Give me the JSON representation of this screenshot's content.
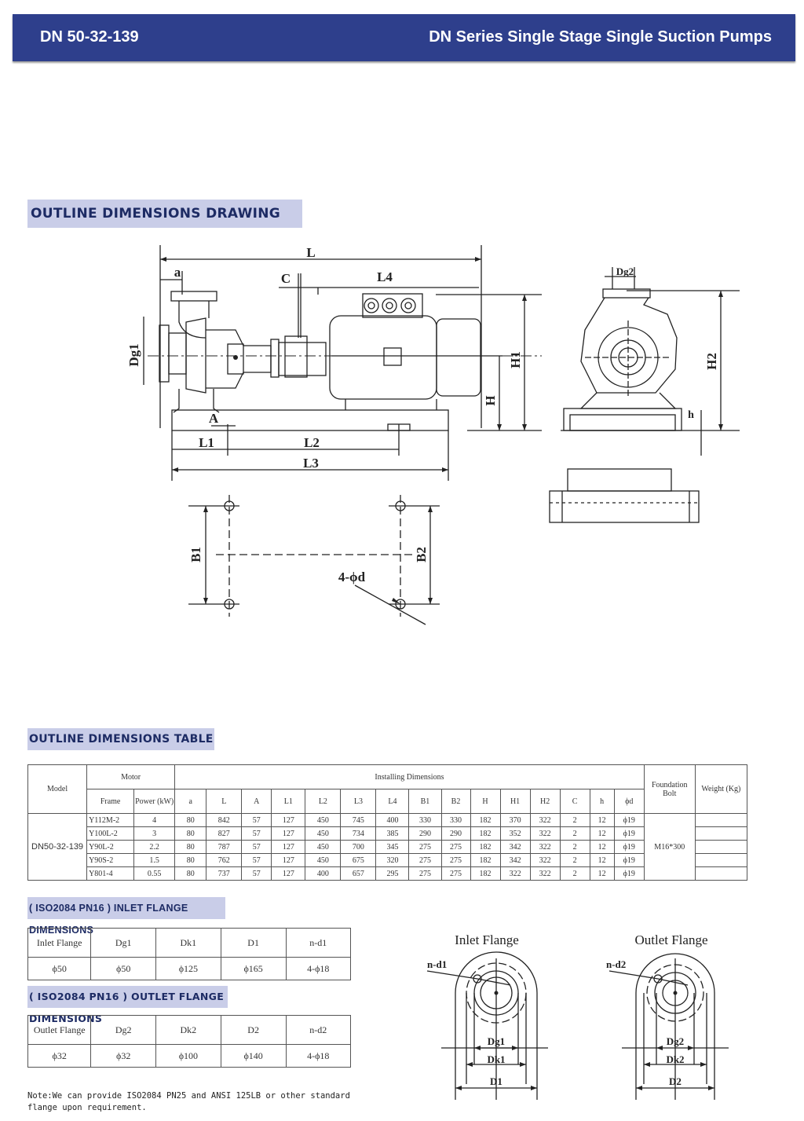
{
  "header": {
    "model": "DN 50-32-139",
    "series": "DN Series Single Stage Single Suction Pumps"
  },
  "sections": {
    "drawing": "OUTLINE DIMENSIONS DRAWING",
    "table": "OUTLINE DIMENSIONS TABLE",
    "inlet": "( ISO2084 PN16 ) INLET FLANGE DIMENSIONS",
    "outlet": "( ISO2084 PN16 ) OUTLET FLANGE DIMENSIONS"
  },
  "drawing_labels": {
    "L": "L",
    "a": "a",
    "C": "C",
    "L4": "L4",
    "Dg1": "Dg1",
    "H1": "H1",
    "H": "H",
    "A": "A",
    "L1": "L1",
    "L2": "L2",
    "L3": "L3",
    "B1": "B1",
    "B2": "B2",
    "hole": "4-ϕd",
    "Dg2": "Dg2",
    "H2": "H2",
    "h": "h"
  },
  "dims_table": {
    "h_model": "Model",
    "h_motor": "Motor",
    "h_installing": "Installing Dimensions",
    "h_frame": "Frame",
    "h_power": "Power (kW)",
    "h_foundation": "Foundation Bolt",
    "h_weight": "Weight (Kg)",
    "columns": [
      "a",
      "L",
      "A",
      "L1",
      "L2",
      "L3",
      "L4",
      "B1",
      "B2",
      "H",
      "H1",
      "H2",
      "C",
      "h",
      "ϕd"
    ],
    "model": "DN50-32-139",
    "foundation_bolt": "M16*300",
    "rows": [
      {
        "frame": "Y112M-2",
        "power": "4",
        "v": [
          "80",
          "842",
          "57",
          "127",
          "450",
          "745",
          "400",
          "330",
          "330",
          "182",
          "370",
          "322",
          "2",
          "12",
          "ϕ19"
        ]
      },
      {
        "frame": "Y100L-2",
        "power": "3",
        "v": [
          "80",
          "827",
          "57",
          "127",
          "450",
          "734",
          "385",
          "290",
          "290",
          "182",
          "352",
          "322",
          "2",
          "12",
          "ϕ19"
        ]
      },
      {
        "frame": "Y90L-2",
        "power": "2.2",
        "v": [
          "80",
          "787",
          "57",
          "127",
          "450",
          "700",
          "345",
          "275",
          "275",
          "182",
          "342",
          "322",
          "2",
          "12",
          "ϕ19"
        ]
      },
      {
        "frame": "Y90S-2",
        "power": "1.5",
        "v": [
          "80",
          "762",
          "57",
          "127",
          "450",
          "675",
          "320",
          "275",
          "275",
          "182",
          "342",
          "322",
          "2",
          "12",
          "ϕ19"
        ]
      },
      {
        "frame": "Y801-4",
        "power": "0.55",
        "v": [
          "80",
          "737",
          "57",
          "127",
          "400",
          "657",
          "295",
          "275",
          "275",
          "182",
          "322",
          "322",
          "2",
          "12",
          "ϕ19"
        ]
      }
    ]
  },
  "inlet_table": {
    "headers": [
      "Inlet Flange",
      "Dg1",
      "Dk1",
      "D1",
      "n-d1"
    ],
    "values": [
      "ϕ50",
      "ϕ50",
      "ϕ125",
      "ϕ165",
      "4-ϕ18"
    ]
  },
  "outlet_table": {
    "headers": [
      "Outlet Flange",
      "Dg2",
      "Dk2",
      "D2",
      "n-d2"
    ],
    "values": [
      "ϕ32",
      "ϕ32",
      "ϕ100",
      "ϕ140",
      "4-ϕ18"
    ]
  },
  "flange_drawings": {
    "inlet_title": "Inlet Flange",
    "outlet_title": "Outlet Flange",
    "inlet": {
      "nd": "n-d1",
      "dg": "Dg1",
      "dk": "Dk1",
      "d": "D1"
    },
    "outlet": {
      "nd": "n-d2",
      "dg": "Dg2",
      "dk": "Dk2",
      "d": "D2"
    }
  },
  "note": "Note:We can provide ISO2084 PN25 and ANSI 125LB or other standard flange upon requirement."
}
